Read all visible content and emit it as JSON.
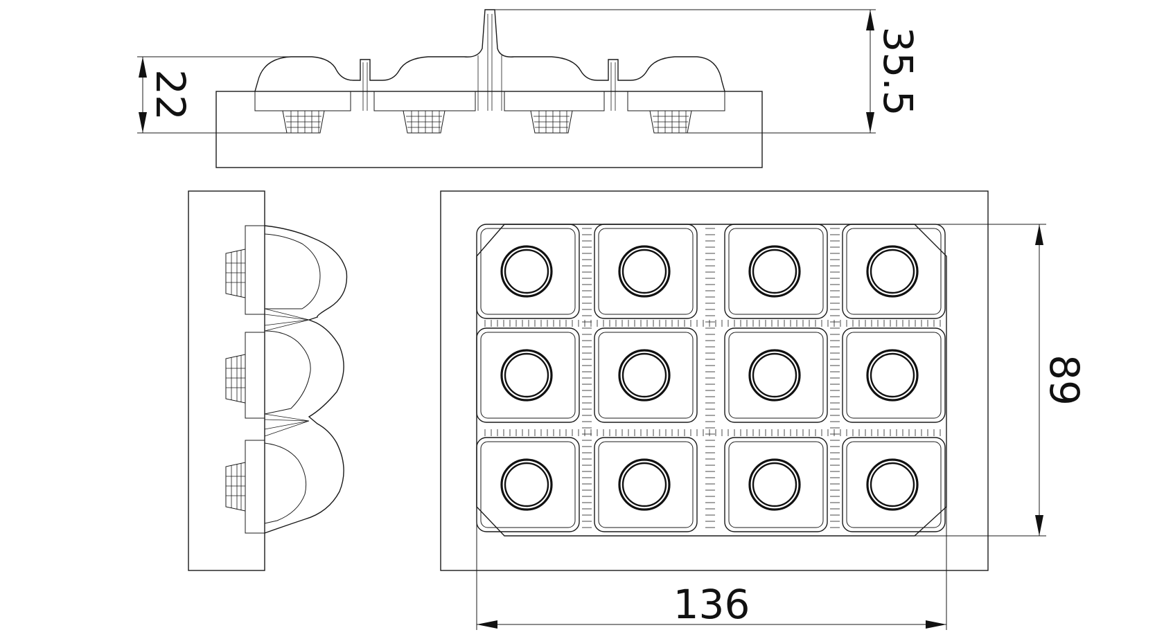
{
  "dimensions": {
    "height_overall": "35.5",
    "height_tray": "22",
    "depth": "89",
    "width": "136"
  },
  "tray": {
    "rows": 3,
    "columns": 4
  }
}
